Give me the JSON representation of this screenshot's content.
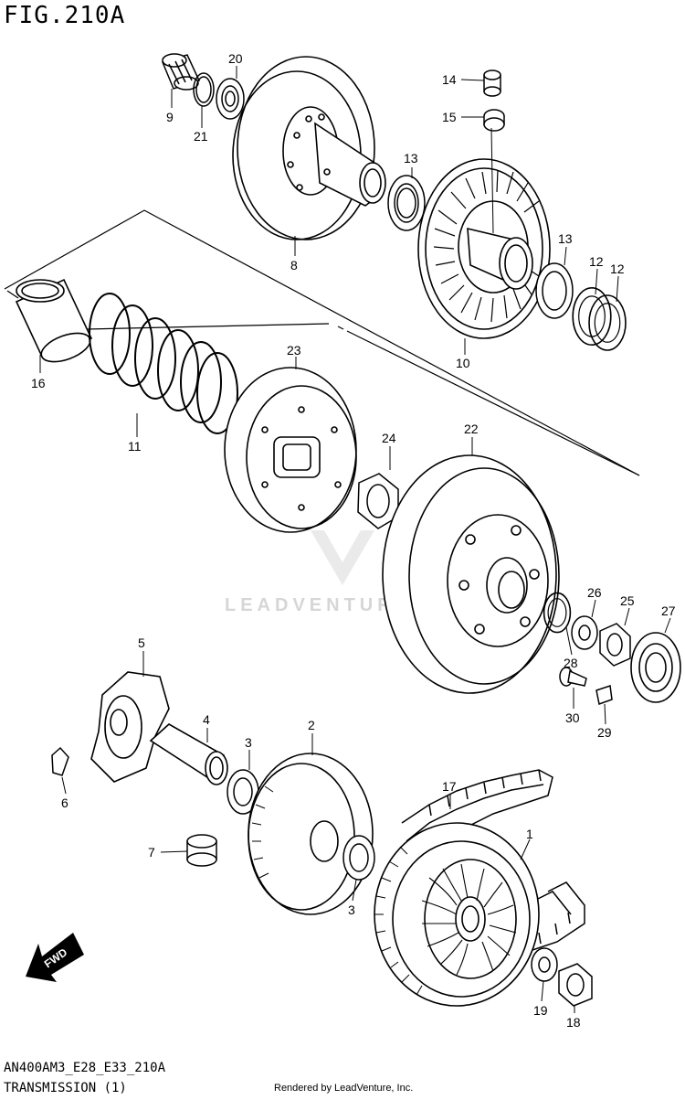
{
  "figure": {
    "title": "FIG.210A",
    "code": "AN400AM3_E28_E33_210A",
    "name": "TRANSMISSION (1)",
    "credit": "Rendered by LeadVenture, Inc.",
    "watermark": "LEADVENTURE",
    "fwd_label": "FWD"
  },
  "callouts": [
    {
      "id": "c9",
      "label": "9"
    },
    {
      "id": "c21",
      "label": "21"
    },
    {
      "id": "c20",
      "label": "20"
    },
    {
      "id": "c14",
      "label": "14"
    },
    {
      "id": "c15",
      "label": "15"
    },
    {
      "id": "c13a",
      "label": "13"
    },
    {
      "id": "c8",
      "label": "8"
    },
    {
      "id": "c13b",
      "label": "13"
    },
    {
      "id": "c12a",
      "label": "12"
    },
    {
      "id": "c12b",
      "label": "12"
    },
    {
      "id": "c10",
      "label": "10"
    },
    {
      "id": "c16",
      "label": "16"
    },
    {
      "id": "c23",
      "label": "23"
    },
    {
      "id": "c11",
      "label": "11"
    },
    {
      "id": "c24",
      "label": "24"
    },
    {
      "id": "c22",
      "label": "22"
    },
    {
      "id": "c26",
      "label": "26"
    },
    {
      "id": "c25",
      "label": "25"
    },
    {
      "id": "c27",
      "label": "27"
    },
    {
      "id": "c28",
      "label": "28"
    },
    {
      "id": "c30",
      "label": "30"
    },
    {
      "id": "c29",
      "label": "29"
    },
    {
      "id": "c5",
      "label": "5"
    },
    {
      "id": "c4",
      "label": "4"
    },
    {
      "id": "c2",
      "label": "2"
    },
    {
      "id": "c3a",
      "label": "3"
    },
    {
      "id": "c6",
      "label": "6"
    },
    {
      "id": "c7",
      "label": "7"
    },
    {
      "id": "c3b",
      "label": "3"
    },
    {
      "id": "c17",
      "label": "17"
    },
    {
      "id": "c1",
      "label": "1"
    },
    {
      "id": "c19",
      "label": "19"
    },
    {
      "id": "c18",
      "label": "18"
    }
  ]
}
